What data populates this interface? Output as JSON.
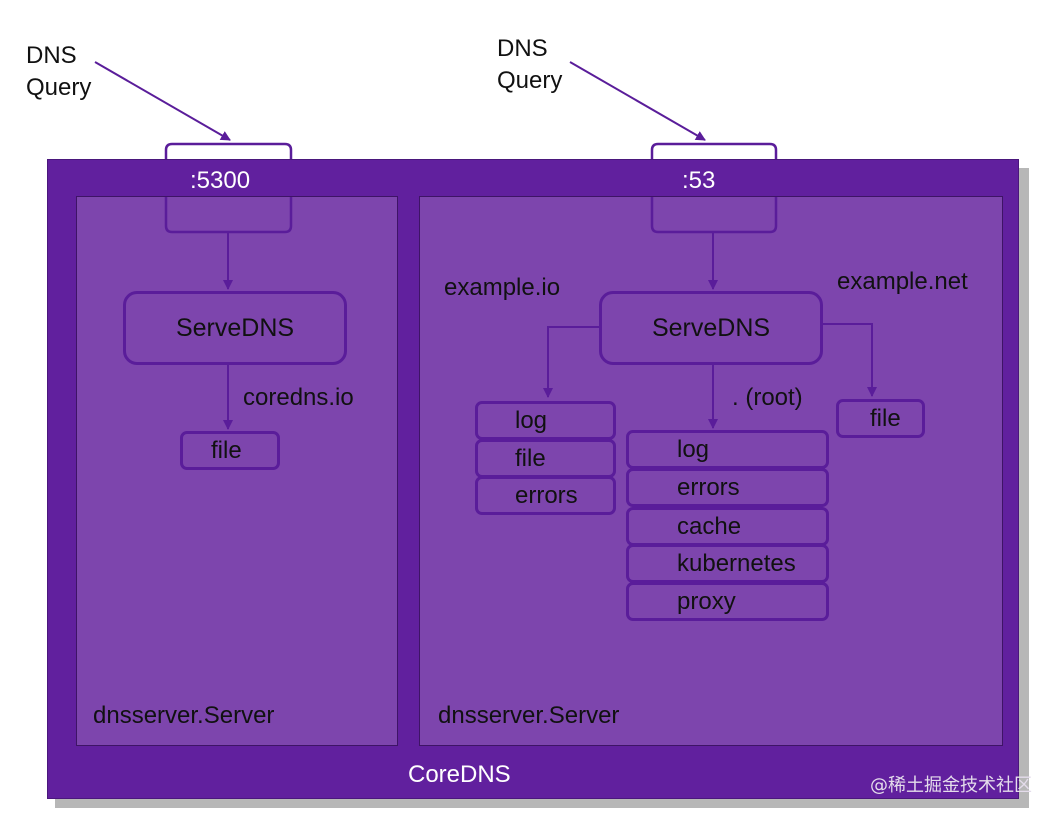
{
  "query_labels": {
    "left": "DNS\nQuery",
    "right": "DNS\nQuery"
  },
  "ports": {
    "left": ":5300",
    "right": ":53"
  },
  "servers": {
    "left": {
      "serve": "ServeDNS",
      "zone": "coredns.io",
      "plugins": [
        "file"
      ],
      "label": "dnsserver.Server"
    },
    "right": {
      "serve": "ServeDNS",
      "zones": {
        "io": "example.io",
        "root": ". (root)",
        "net": "example.net"
      },
      "io_plugins": [
        "log",
        "file",
        "errors"
      ],
      "root_plugins": [
        "log",
        "errors",
        "cache",
        "kubernetes",
        "proxy"
      ],
      "net_plugins": [
        "file"
      ],
      "label": "dnsserver.Server"
    }
  },
  "coredns_label": "CoreDNS",
  "watermark": "@稀土掘金技术社区",
  "colors": {
    "outer": "#61209e",
    "inner": "#7d45ad",
    "stroke": "#5a1d9a"
  }
}
